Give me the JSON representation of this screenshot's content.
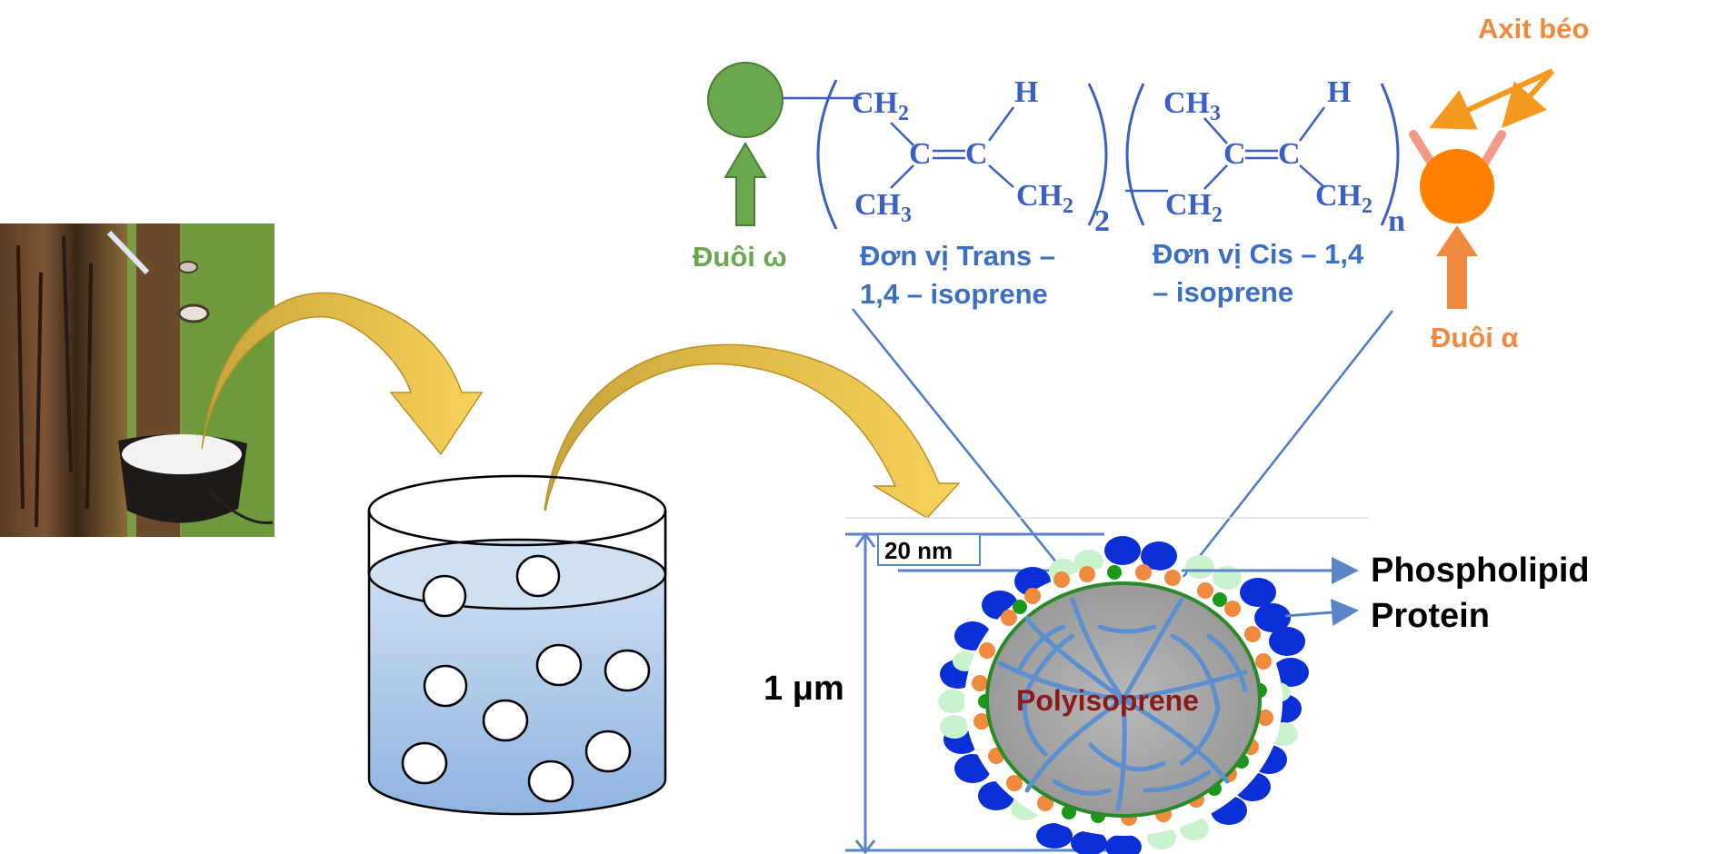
{
  "structure": {
    "ch2_a": "CH",
    "ch3_a": "CH",
    "c_a1": "C",
    "c_a2": "C",
    "h_a": "H",
    "ch2_a2": "CH",
    "sub_2_a": "2",
    "ch3_b": "CH",
    "ch2_b": "CH",
    "c_b1": "C",
    "c_b2": "C",
    "h_b": "H",
    "ch2_b2": "CH",
    "sub_n": "n",
    "sub_digit_2": "2",
    "sub_digit_3": "3"
  },
  "labels": {
    "tail_omega": "Đuôi ω",
    "trans_unit_line1": "Đơn vị Trans –",
    "trans_unit_line2": "1,4 – isoprene",
    "cis_unit_line1": "Đơn vị Cis – 1,4",
    "cis_unit_line2": "– isoprene",
    "tail_alpha": "Đuôi α",
    "fatty_acid": "Axit béo",
    "phospholipid": "Phospholipid",
    "protein": "Protein",
    "polyisoprene": "Polyisoprene",
    "size_20nm": "20 nm",
    "size_1um": "1 μm"
  },
  "colors": {
    "omega_green": "#6aa84f",
    "alpha_orange": "#f08a3e",
    "chem_blue": "#3b5fc4",
    "arrow_yellow": "#f5c842",
    "protein_blue": "#0a2fd6",
    "phospholipid_light": "#c9f2cf",
    "core_gray": "#a9a9a9"
  },
  "icons": {
    "photo": "rubber-tree-tapping-photo",
    "beaker": "latex-beaker-icon",
    "particle": "rubber-particle-icon"
  }
}
